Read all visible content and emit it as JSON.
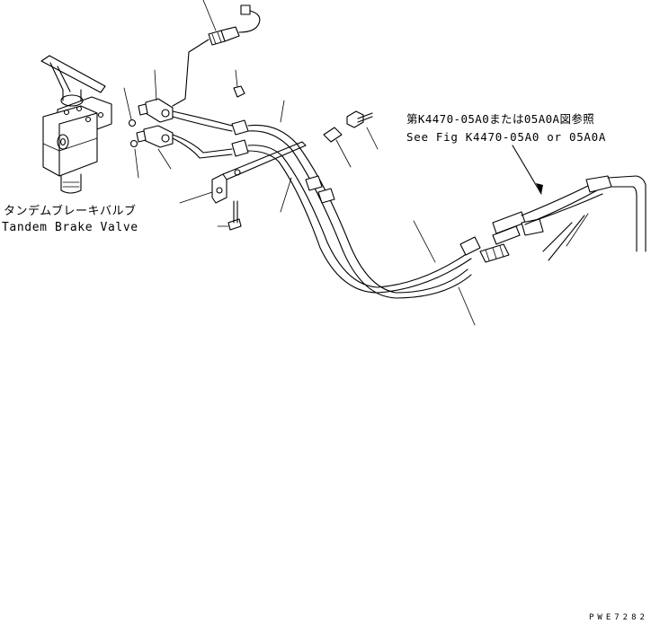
{
  "labels": {
    "part_name_jp": "タンデムブレーキバルブ",
    "part_name_en": "Tandem Brake Valve",
    "reference_jp": "第K4470-05A0または05A0A図参照",
    "reference_en": "See Fig K4470-05A0 or 05A0A"
  },
  "drawing_code": "PWE7282"
}
